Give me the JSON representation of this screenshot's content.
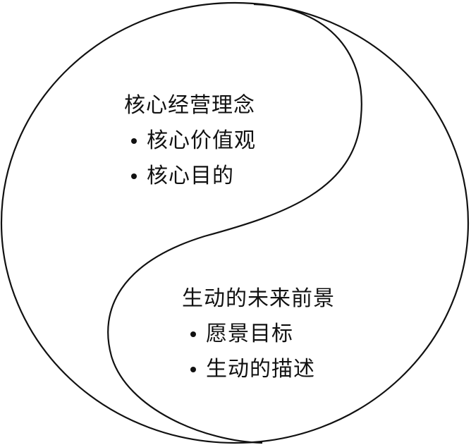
{
  "diagram": {
    "top_region": {
      "heading": "核心经营理念",
      "items": [
        {
          "label": "核心价值观"
        },
        {
          "label": "核心目的"
        }
      ]
    },
    "bottom_region": {
      "heading": "生动的未来前景",
      "items": [
        {
          "label": "愿景目标"
        },
        {
          "label": "生动的描述"
        }
      ]
    },
    "colors": {
      "stroke": "#111111",
      "background": "#ffffff"
    }
  }
}
